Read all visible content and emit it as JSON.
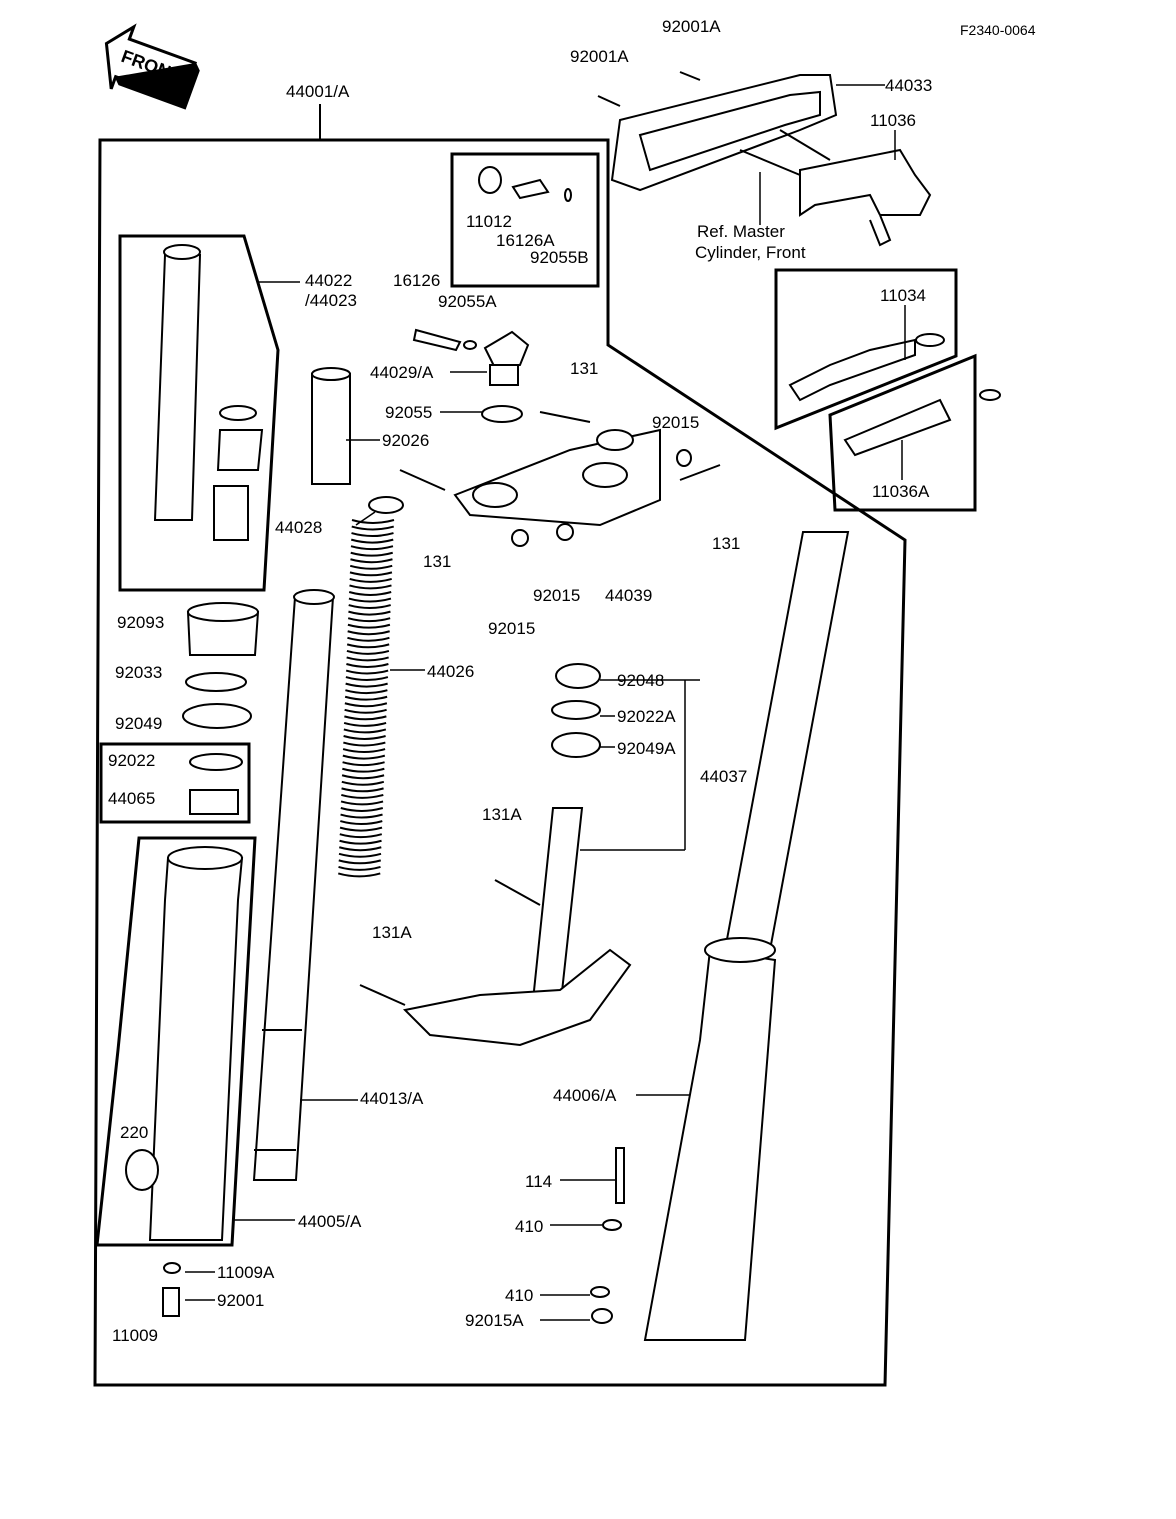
{
  "diagram_code": "F2340-0064",
  "front_arrow": "FRONT",
  "ref_note": [
    "Ref. Master",
    "Cylinder, Front"
  ],
  "parts": [
    "92001A",
    "92001A",
    "44033",
    "44001/A",
    "11036",
    "11012",
    "16126A",
    "92055B",
    "44022",
    "/44023",
    "16126",
    "92055A",
    "44029/A",
    "131",
    "92055",
    "92015",
    "92026",
    "44028",
    "131",
    "131",
    "92015",
    "44039",
    "92015",
    "11034",
    "11036A",
    "92093",
    "44026",
    "92033",
    "92048",
    "92049",
    "92022A",
    "92049A",
    "92022",
    "44037",
    "44065",
    "131A",
    "131A",
    "44013/A",
    "44006/A",
    "220",
    "114",
    "44005/A",
    "410",
    "11009A",
    "410",
    "92001",
    "92015A",
    "11009"
  ]
}
